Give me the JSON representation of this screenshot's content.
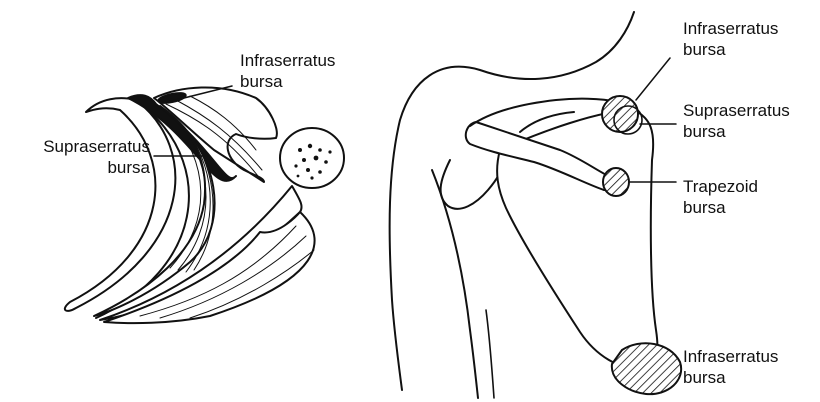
{
  "colors": {
    "ink": "#111111",
    "paper": "#ffffff"
  },
  "left_figure": {
    "labels": {
      "infraserratus": [
        "Infraserratus",
        "bursa"
      ],
      "supraserratus": [
        "Supraserratus",
        "bursa"
      ]
    }
  },
  "right_figure": {
    "labels": {
      "infraserratus_top": [
        "Infraserratus",
        "bursa"
      ],
      "supraserratus": [
        "Supraserratus",
        "bursa"
      ],
      "trapezoid": [
        "Trapezoid",
        "bursa"
      ],
      "infraserratus_bottom": [
        "Infraserratus",
        "bursa"
      ]
    }
  }
}
